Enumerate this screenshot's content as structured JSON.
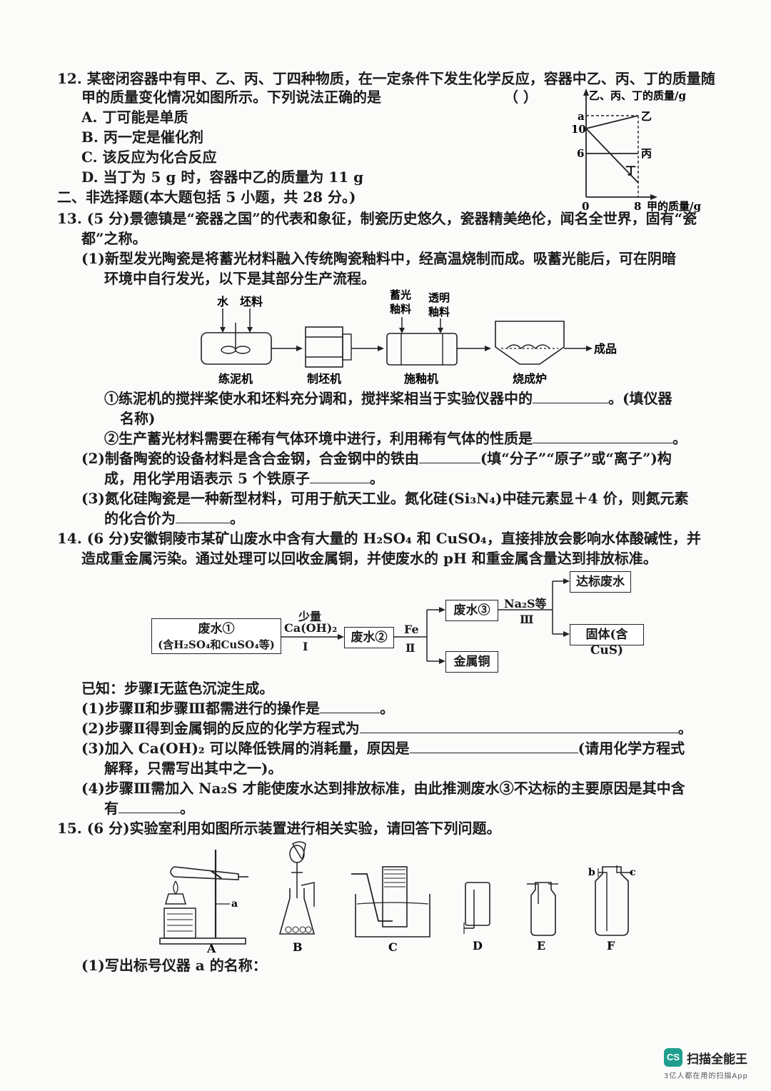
{
  "q12": {
    "line1": "12. 某密闭容器中有甲、乙、丙、丁四种物质，在一定条件下发生化学反应，容器中乙、丙、丁的质量随",
    "line2": "甲的质量变化情况如图所示。下列说法正确的是",
    "paren": "（    ）",
    "options": [
      "A. 丁可能是单质",
      "B. 丙一定是催化剂",
      "C. 该反应为化合反应",
      "D. 当丁为 5 g 时，容器中乙的质量为 11 g"
    ],
    "graph": {
      "ylabel": "乙、丙、丁的质量/g",
      "xlabel": "甲的质量/g",
      "origin": "0",
      "x_tick": "8",
      "y_ticks": [
        "a",
        "10",
        "6"
      ],
      "labels": [
        "乙",
        "丙",
        "丁"
      ]
    }
  },
  "section2": "二、非选择题(本大题包括 5 小题，共 28 分。)",
  "q13": {
    "line1": "13. (5 分)景德镇是“瓷器之国”的代表和象征，制瓷历史悠久，瓷器精美绝伦，闻名全世界，固有“瓷",
    "line2": "都”之称。",
    "p1_line1": "(1)新型发光陶瓷是将蓄光材料融入传统陶瓷釉料中，经高温烧制而成。吸蓄光能后，可在阴暗",
    "p1_line2": "环境中自行发光，以下是其部分生产流程。",
    "flow": {
      "inputs1": [
        "水",
        "坯料"
      ],
      "inputs2": [
        "蓄光釉料",
        "透明釉料"
      ],
      "machines": [
        "练泥机",
        "制坯机",
        "施釉机",
        "烧成炉"
      ],
      "product": "成品"
    },
    "s1_a": "①练泥机的搅拌桨使水和坯料充分调和，搅拌桨相当于实验仪器中的",
    "s1_b": "。(填仪器",
    "s1_c": "名称)",
    "s2_a": "②生产蓄光材料需要在稀有气体环境中进行，利用稀有气体的性质是",
    "s2_b": "。",
    "p2_a": "(2)制备陶瓷的设备材料是含合金钢，合金钢中的铁由",
    "p2_b": "(填“分子”“原子”或“离子”)构",
    "p2_c": "成，用化学用语表示 5 个铁原子",
    "p2_d": "。",
    "p3_a": "(3)氮化硅陶瓷是一种新型材料，可用于航天工业。氮化硅(Si₃N₄)中硅元素显＋4 价，则氮元素",
    "p3_b": "的化合价为",
    "p3_c": "。"
  },
  "q14": {
    "line1": "14. (6 分)安徽铜陵市某矿山废水中含有大量的 H₂SO₄ 和 CuSO₄，直接排放会影响水体酸碱性，并",
    "line2": "造成重金属污染。通过处理可以回收金属铜，并使废水的 pH 和重金属含量达到排放标准。",
    "flow": {
      "w1a": "废水①",
      "w1b": "(含H₂SO₄和CuSO₄等)",
      "s1_top": "少量",
      "s1_reagent": "Ca(OH)₂",
      "s1_num": "Ⅰ",
      "w2": "废水②",
      "s2_reagent": "Fe",
      "s2_num": "Ⅱ",
      "w3": "废水③",
      "cu": "金属铜",
      "s3_reagent": "Na₂S等",
      "s3_num": "Ⅲ",
      "std": "达标废水",
      "solid": "固体(含CuS)"
    },
    "known": "已知：步骤Ⅰ无蓝色沉淀生成。",
    "a1_a": "(1)步骤Ⅱ和步骤Ⅲ都需进行的操作是",
    "a1_b": "。",
    "a2_a": "(2)步骤Ⅱ得到金属铜的反应的化学方程式为",
    "a2_b": "。",
    "a3_a": "(3)加入 Ca(OH)₂ 可以降低铁屑的消耗量，原因是",
    "a3_b": "(请用化学方程式",
    "a3_c": "解释，只需写出其中之一)。",
    "a4_a": "(4)步骤Ⅲ需加入 Na₂S 才能使废水达到排放标准，由此推测废水③不达标的主要原因是其中含",
    "a4_b": "有",
    "a4_c": "。"
  },
  "q15": {
    "line1": "15. (6 分)实验室利用如图所示装置进行相关实验，请回答下列问题。",
    "apparatus": [
      "A",
      "B",
      "C",
      "D",
      "E",
      "F"
    ],
    "label_a": "a",
    "label_b": "b",
    "label_c": "c",
    "sub1": "(1)写出标号仪器 a 的名称："
  },
  "watermark": {
    "logo": "CS",
    "name": "扫描全能王",
    "tagline": "3亿人都在用的扫描App"
  }
}
